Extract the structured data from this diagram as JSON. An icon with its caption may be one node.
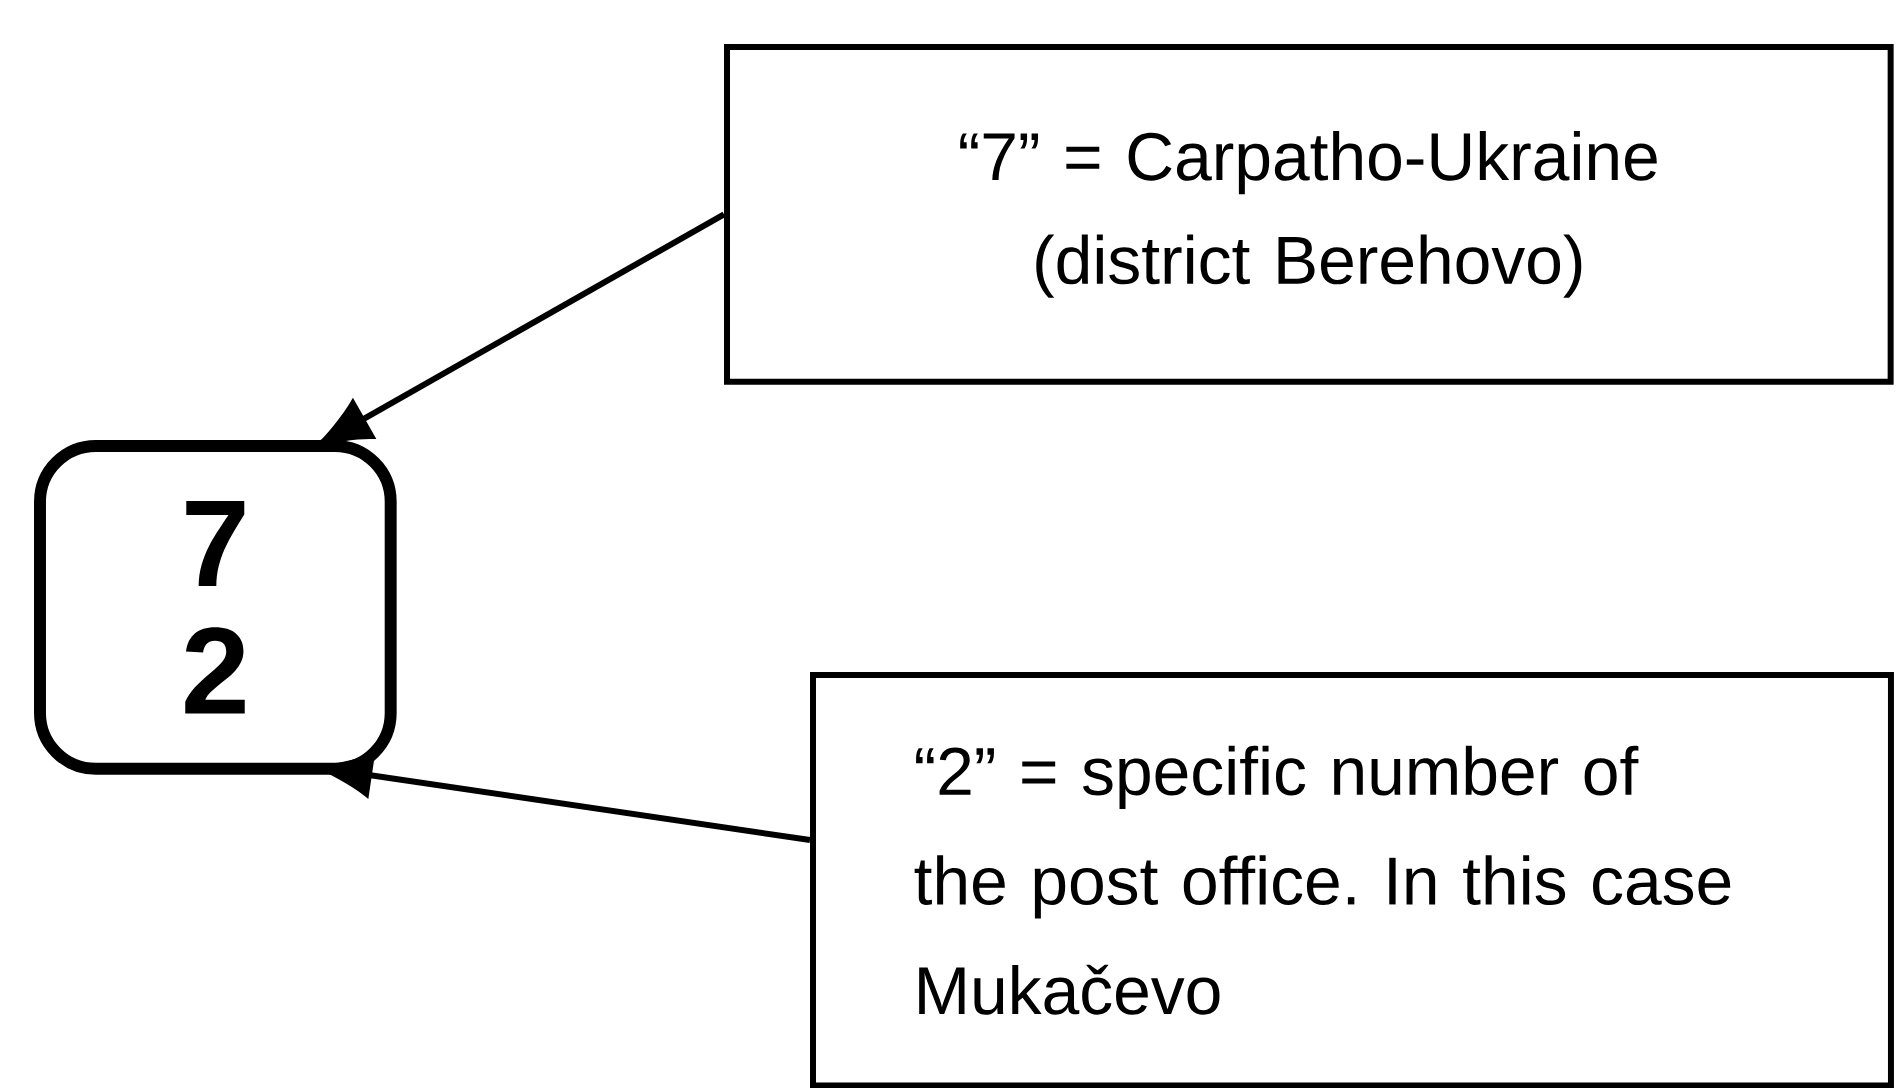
{
  "diagram": {
    "nodes": [
      {
        "text": [
          "“7” = Carpatho-Ukraine (district Berehovo)"
        ]
      },
      {
        "text": [
          "7",
          "2"
        ]
      },
      {
        "text": [
          "“2” = specific number of the post office. In this case Mukačevo"
        ]
      }
    ],
    "edges": [
      {
        "from": 0,
        "to": 1,
        "arrow": "to"
      },
      {
        "from": 2,
        "to": 1,
        "arrow": "to"
      }
    ]
  }
}
